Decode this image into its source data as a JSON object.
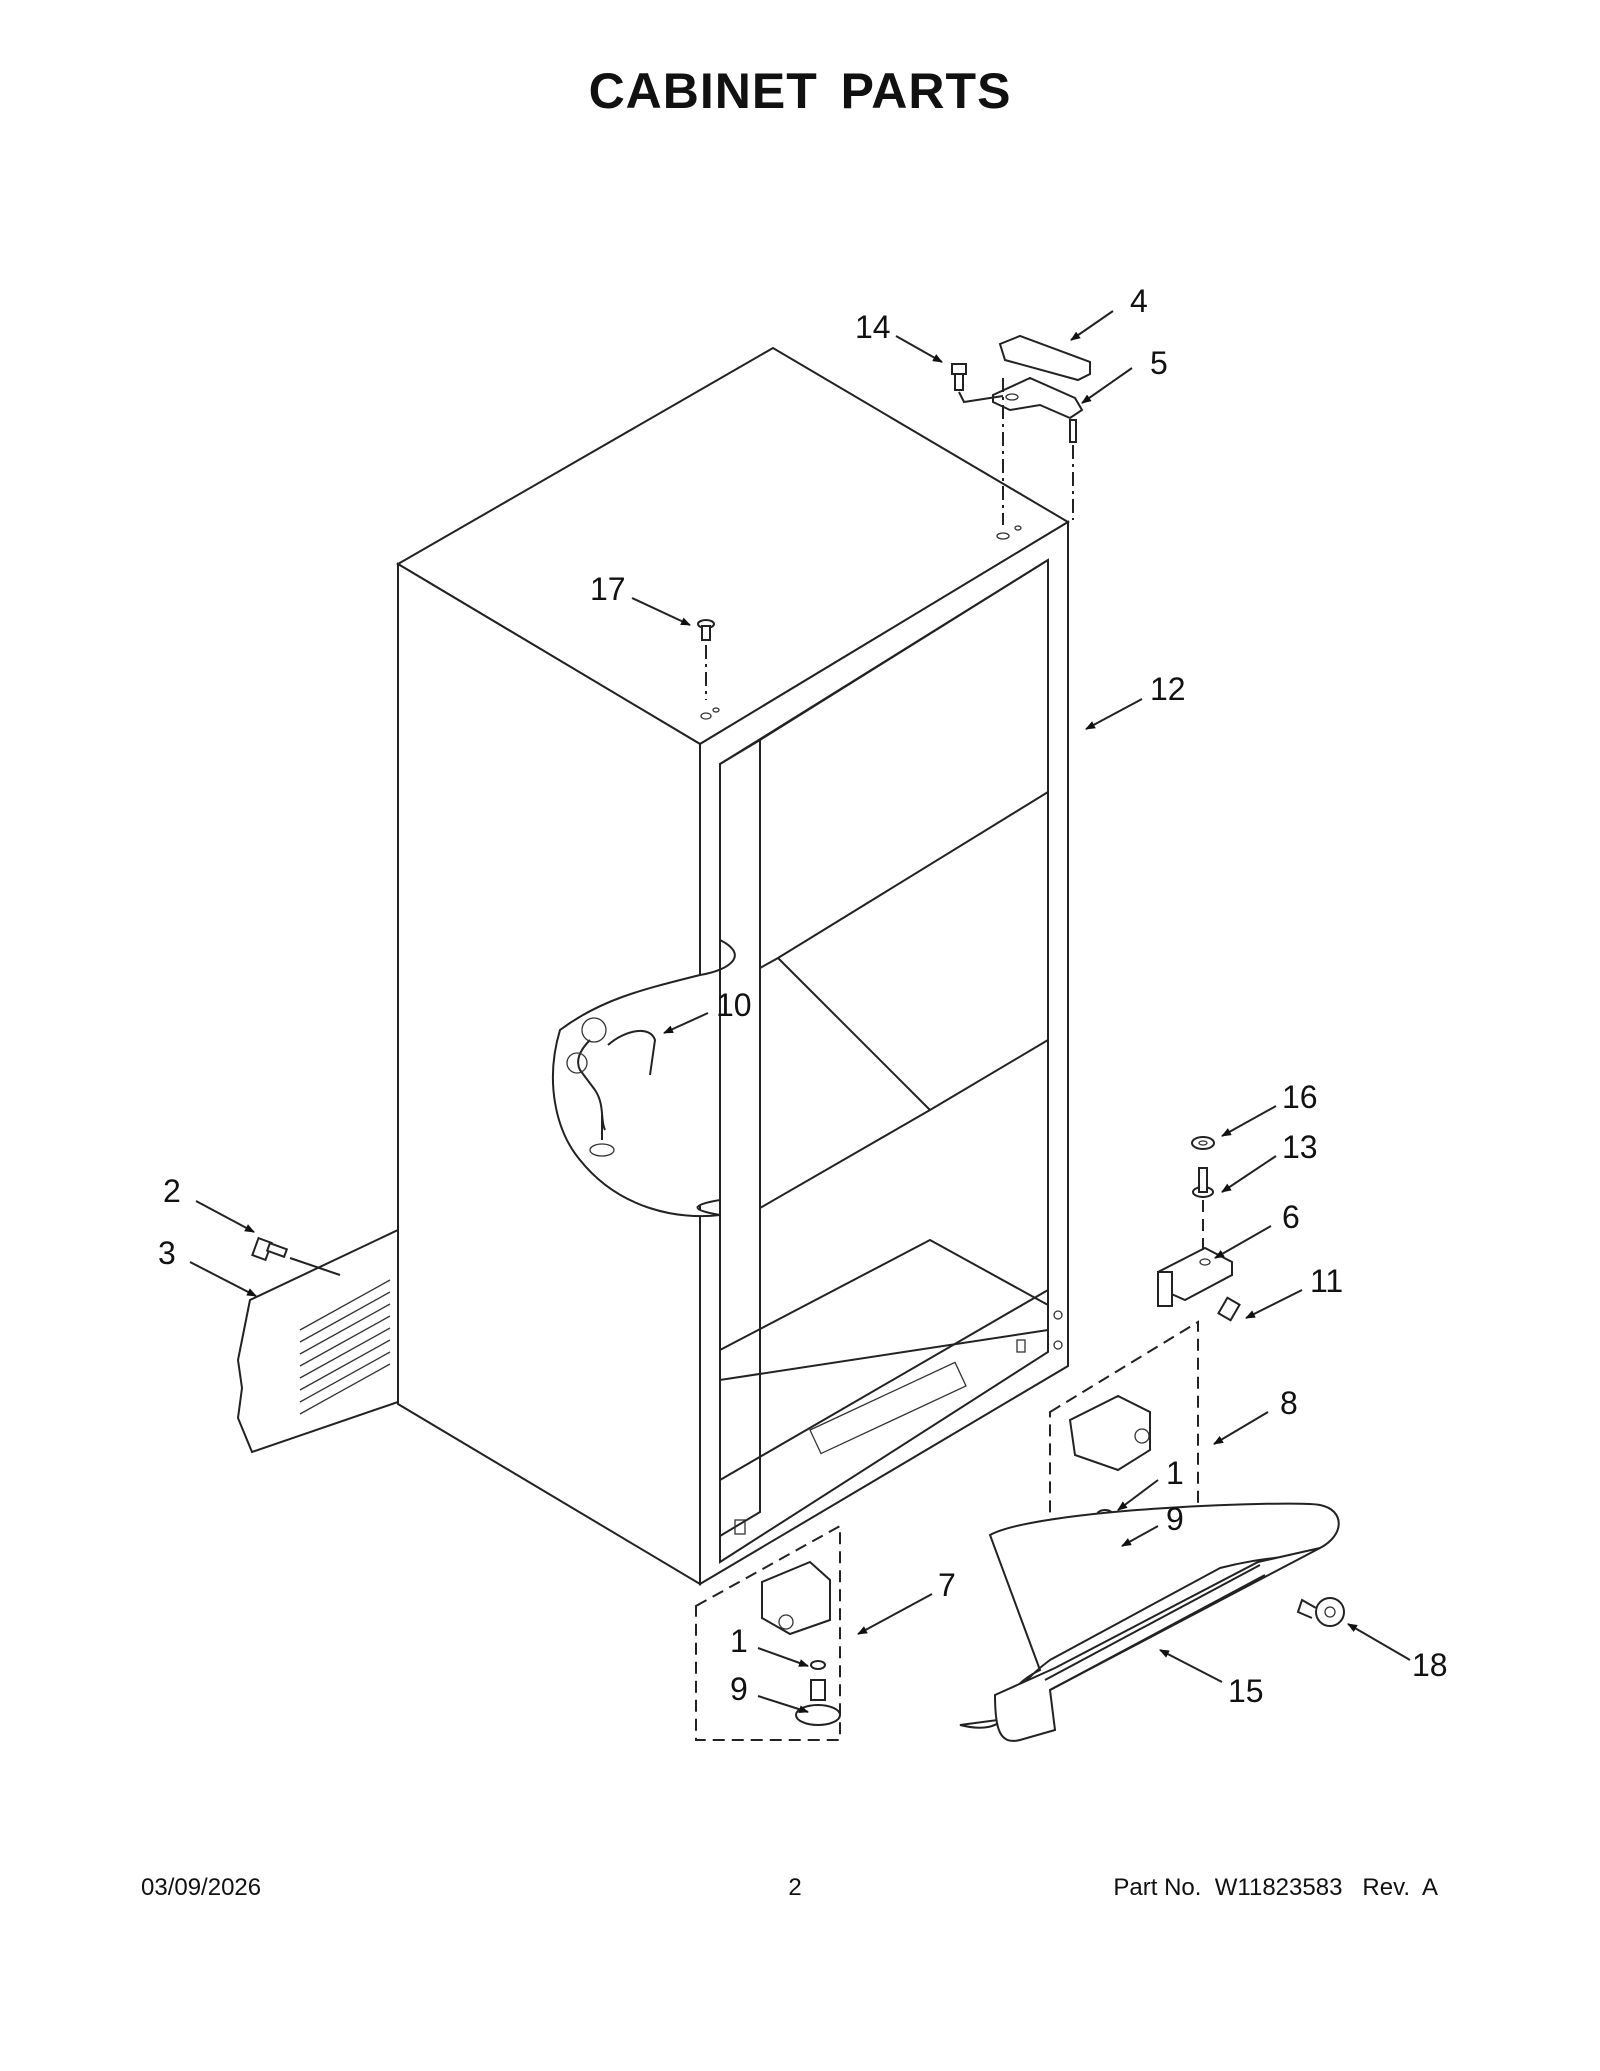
{
  "title": "CABINET PARTS",
  "callouts": [
    {
      "id": "c14",
      "label": "14"
    },
    {
      "id": "c4",
      "label": "4"
    },
    {
      "id": "c5",
      "label": "5"
    },
    {
      "id": "c17",
      "label": "17"
    },
    {
      "id": "c12",
      "label": "12"
    },
    {
      "id": "c10",
      "label": "10"
    },
    {
      "id": "c16",
      "label": "16"
    },
    {
      "id": "c13",
      "label": "13"
    },
    {
      "id": "c6",
      "label": "6"
    },
    {
      "id": "c11",
      "label": "11"
    },
    {
      "id": "c2",
      "label": "2"
    },
    {
      "id": "c3",
      "label": "3"
    },
    {
      "id": "c8",
      "label": "8"
    },
    {
      "id": "c1a",
      "label": "1"
    },
    {
      "id": "c9a",
      "label": "9"
    },
    {
      "id": "c7",
      "label": "7"
    },
    {
      "id": "c1b",
      "label": "1"
    },
    {
      "id": "c9b",
      "label": "9"
    },
    {
      "id": "c18",
      "label": "18"
    },
    {
      "id": "c15",
      "label": "15"
    }
  ],
  "footer": {
    "date": "03/09/2026",
    "page": "2",
    "part": "Part No.  W11823583   Rev.  A"
  }
}
